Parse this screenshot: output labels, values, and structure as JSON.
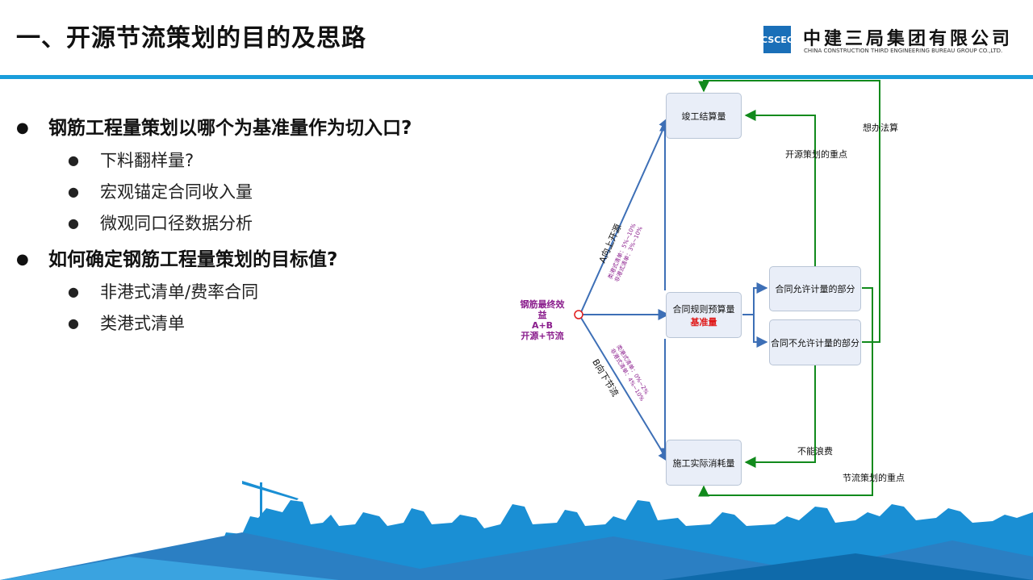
{
  "header": {
    "title": "一、开源节流策划的目的及思路",
    "company_cn": "中建三局集团有限公司",
    "company_en": "CHINA CONSTRUCTION THIRD ENGINEERING BUREAU GROUP CO.,LTD.",
    "accent_color": "#1a9ddb"
  },
  "bullets": [
    {
      "text": "钢筋工程量策划以哪个为基准量作为切入口?",
      "children": [
        "下料翻样量?",
        "宏观锚定合同收入量",
        "微观同口径数据分析"
      ]
    },
    {
      "text": "如何确定钢筋工程量策划的目标值?",
      "children": [
        "非港式清单/费率合同",
        "类港式清单"
      ]
    }
  ],
  "diagram": {
    "origin": {
      "line1": "钢筋最终效益",
      "line2": "A+B",
      "line3": "开源+节流"
    },
    "nodes": {
      "completion": "竣工结算量",
      "budget": "合同规则预算量",
      "budget_sub": "基准量",
      "actual": "施工实际消耗量",
      "allowed": "合同允许计量的部分",
      "not_allowed": "合同不允许计量的部分"
    },
    "edge_labels": {
      "a_up": "A向上开源",
      "a_up_detail1": "类港式清单：5%~10%",
      "a_up_detail2": "非港式清单：3%~10%",
      "b_down": "B向下节流",
      "b_down_detail1": "类港式清单：0%~2%",
      "b_down_detail2": "非港式清单：4%~10%",
      "think": "想办法算",
      "open_focus": "开源策划的重点",
      "no_waste": "不能浪费",
      "save_focus": "节流策划的重点"
    },
    "colors": {
      "blue_arrow": "#3d6fb6",
      "green_arrow": "#118a1c",
      "purple_text": "#8a1c8c",
      "red_text": "#e01919"
    }
  }
}
